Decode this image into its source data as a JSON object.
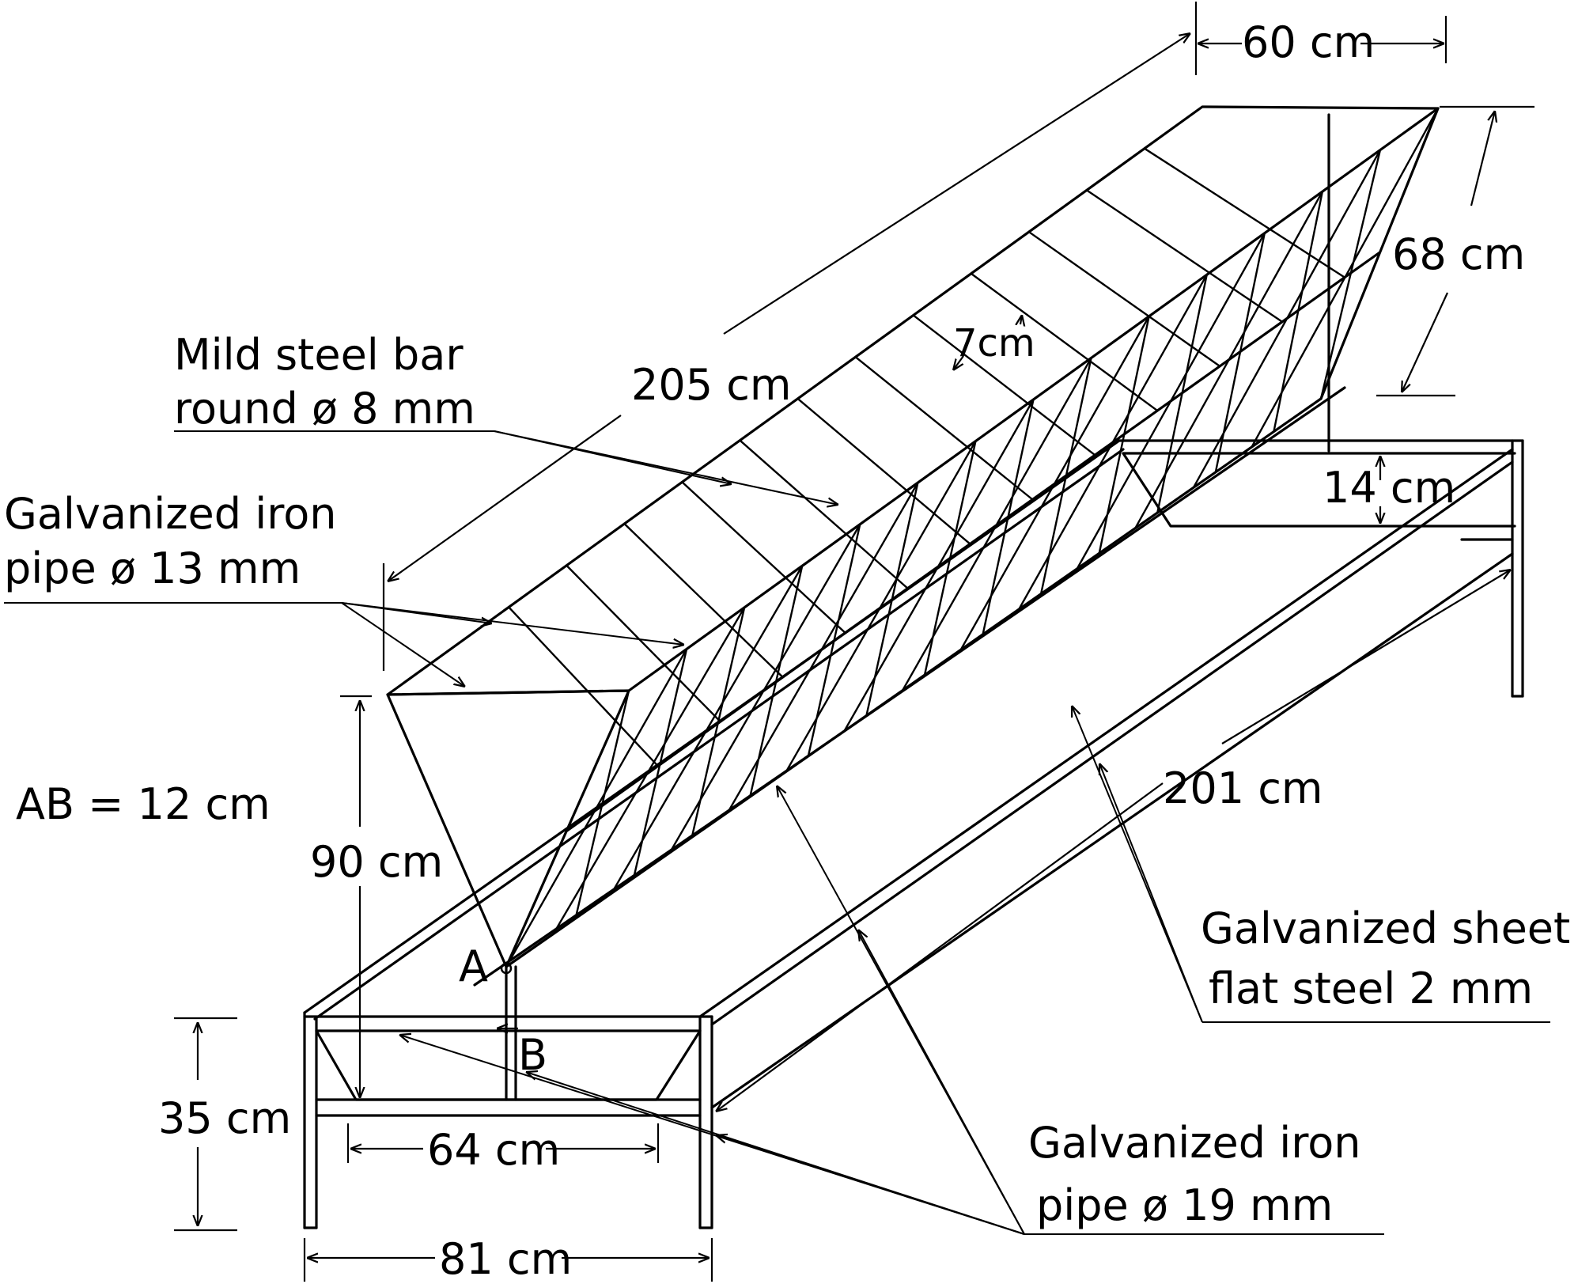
{
  "colors": {
    "ink": "#000000",
    "paper": "#ffffff"
  },
  "labels": {
    "d60": "60 cm",
    "d68": "68 cm",
    "d205": "205 cm",
    "d7": "7cm",
    "d14": "14 cm",
    "d201": "201 cm",
    "d90": "90 cm",
    "d35": "35 cm",
    "d64": "64 cm",
    "d81": "81 cm",
    "ab": "AB = 12 cm",
    "pointA": "A",
    "pointB": "B",
    "mildSteel1": "Mild steel bar",
    "mildSteel2": "round ø 8 mm",
    "giPipe13a": "Galvanized iron",
    "giPipe13b": "pipe ø 13 mm",
    "sheet1": "Galvanized sheet",
    "sheet2": "flat steel 2 mm",
    "giPipe19a": "Galvanized iron",
    "giPipe19b": "pipe ø 19 mm"
  }
}
